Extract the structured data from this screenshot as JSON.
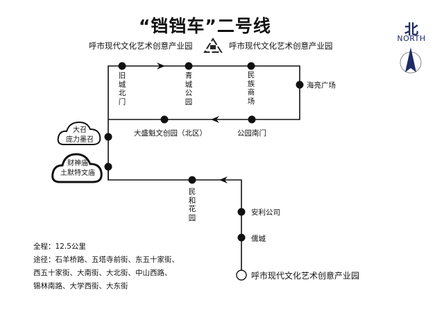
{
  "title": "“铛铛车”二号线",
  "subtitle": {
    "from": "呼市现代文化艺术创意产业园",
    "to": "呼市现代文化艺术创意产业园",
    "loop_icon": "recycle-loop-icon"
  },
  "compass": {
    "label_cn": "北",
    "label_en": "NORTH",
    "icon": "north-arrow-icon",
    "color": "#1f2a66"
  },
  "route": {
    "line_color": "#111111",
    "stations": [
      {
        "name": "旧城北门",
        "type": "stop"
      },
      {
        "name": "青城公园",
        "type": "stop"
      },
      {
        "name": "民族商场",
        "type": "stop"
      },
      {
        "name": "海亮广场",
        "type": "stop"
      },
      {
        "name": "公园南门",
        "type": "stop"
      },
      {
        "name": "大盛魁文创园（北区）",
        "type": "stop"
      },
      {
        "name": "大召 庞力墨召",
        "type": "stop"
      },
      {
        "name": "财神庙 土默特文庙",
        "type": "stop"
      },
      {
        "name": "民和花园",
        "type": "stop"
      },
      {
        "name": "安利公司",
        "type": "stop"
      },
      {
        "name": "儒城",
        "type": "stop"
      },
      {
        "name": "呼市现代文化艺术创意产业园",
        "type": "terminal"
      }
    ],
    "clouds": [
      {
        "line1": "大召",
        "line2": "庞力墨召"
      },
      {
        "line1": "财神庙",
        "line2": "土默特文庙"
      }
    ]
  },
  "info": {
    "distance": "全程：12.5公里",
    "via_lines": [
      "途径：石羊桥路、五塔寺前街、东五十家街、",
      "西五十家街、大南街、大北街、中山西路、",
      "锡林南路、大学西街、大东街"
    ]
  }
}
